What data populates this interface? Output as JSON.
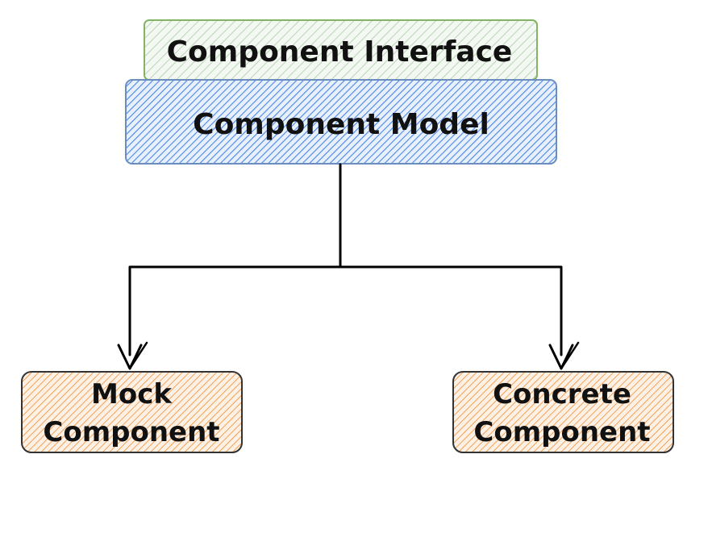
{
  "colors": {
    "interface_fill": "#d5e8d4",
    "interface_stroke": "#82b366",
    "model_fill": "#4a86e8",
    "model_stroke": "#6c8ebf",
    "component_fill": "#f08c30",
    "component_stroke": "#333333",
    "connector": "#000000",
    "text": "#111111"
  },
  "nodes": {
    "interface": {
      "label": "Component Interface"
    },
    "model": {
      "label": "Component Model"
    },
    "mock": {
      "line1": "Mock",
      "line2": "Component"
    },
    "concrete": {
      "line1": "Concrete",
      "line2": "Component"
    }
  },
  "edges": [
    {
      "from": "Component Model",
      "to": "Mock Component"
    },
    {
      "from": "Component Model",
      "to": "Concrete Component"
    }
  ]
}
